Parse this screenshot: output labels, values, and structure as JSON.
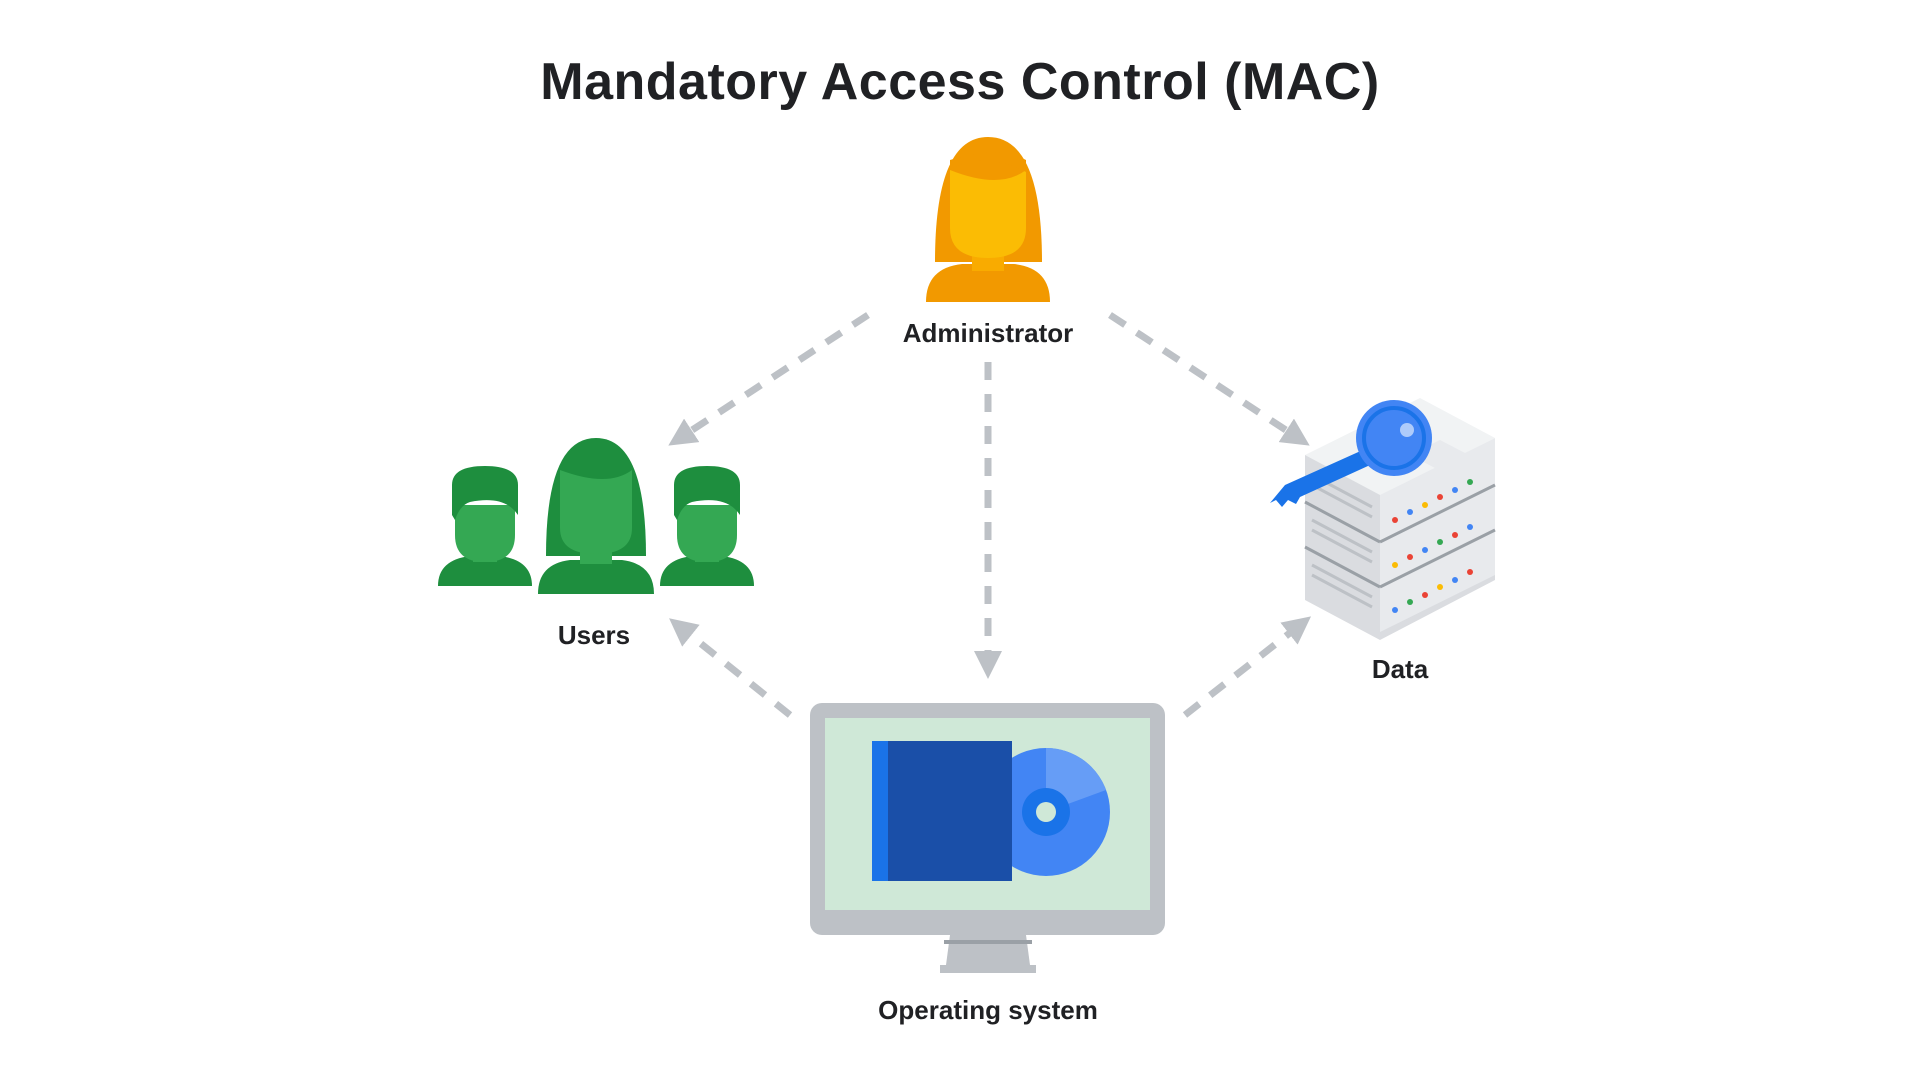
{
  "title": "Mandatory Access Control (MAC)",
  "nodes": {
    "administrator": {
      "label": "Administrator",
      "icon": "administrator-person-icon",
      "color": "#F9AB00"
    },
    "users": {
      "label": "Users",
      "icon": "users-group-icon",
      "color": "#34A853"
    },
    "data": {
      "label": "Data",
      "icon": "server-key-icon",
      "color": "#4285F4"
    },
    "os": {
      "label": "Operating system",
      "icon": "monitor-software-icon",
      "color": "#1A4FA8"
    }
  },
  "edges": [
    {
      "from": "administrator",
      "to": "users",
      "style": "dashed"
    },
    {
      "from": "administrator",
      "to": "os",
      "style": "dashed"
    },
    {
      "from": "administrator",
      "to": "data",
      "style": "dashed"
    },
    {
      "from": "os",
      "to": "users",
      "style": "dashed"
    },
    {
      "from": "os",
      "to": "data",
      "style": "dashed"
    }
  ],
  "colors": {
    "arrow": "#BDC1C6",
    "screen_bg": "#CFE8D7",
    "monitor_frame": "#BDC1C6"
  }
}
